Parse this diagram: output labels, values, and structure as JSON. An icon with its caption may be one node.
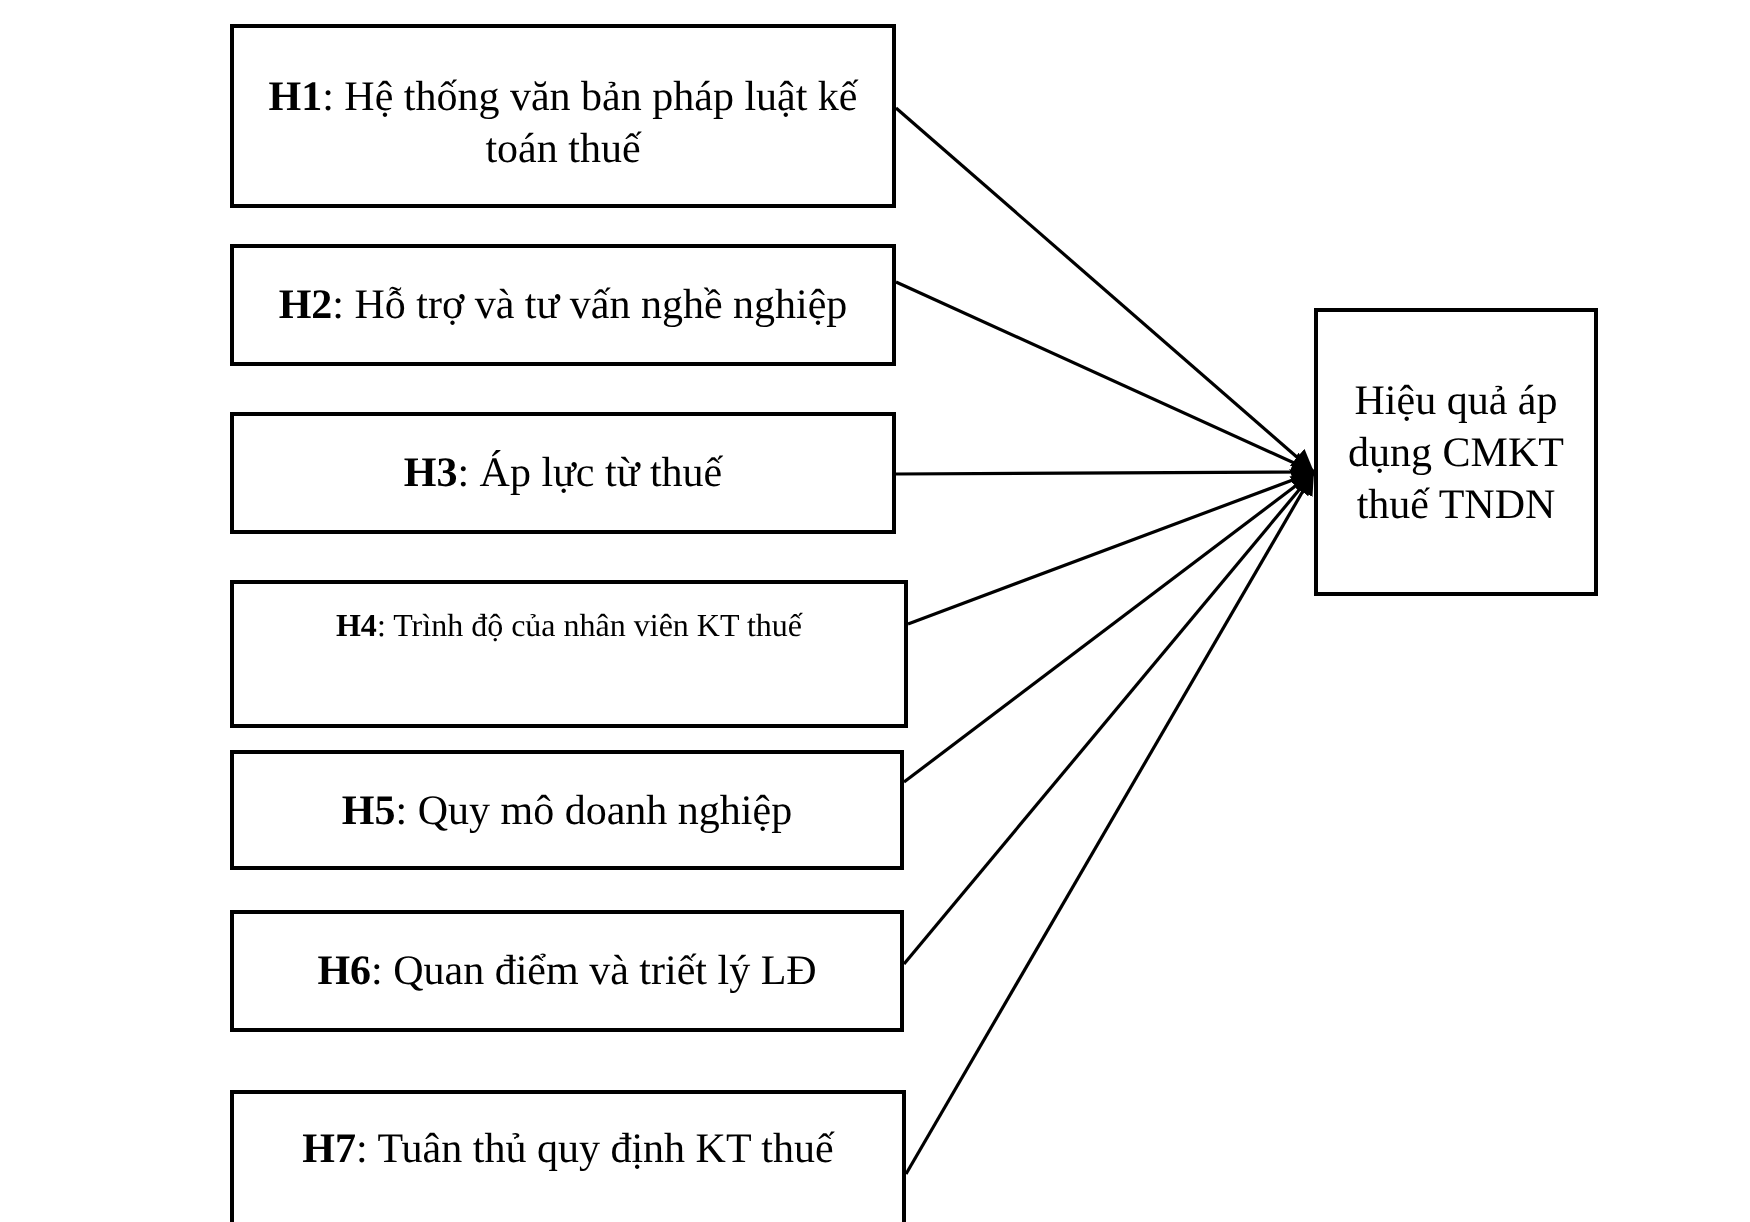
{
  "diagram": {
    "nodes": [
      {
        "text": [
          "**H1**: Hệ thống văn bản pháp luật kế toán thuế"
        ]
      },
      {
        "text": [
          "**H2**: Hỗ trợ và tư vấn nghề nghiệp"
        ]
      },
      {
        "text": [
          "**H3**: Áp lực từ thuế"
        ]
      },
      {
        "text": [
          "**H4**: Trình độ của nhân viên KT thuế"
        ]
      },
      {
        "text": [
          "**H5**: Quy mô doanh nghiệp"
        ]
      },
      {
        "text": [
          "**H6**: Quan điểm và triết lý LĐ"
        ]
      },
      {
        "text": [
          "**H7**: Tuân thủ quy định KT thuế"
        ]
      },
      {
        "text": [
          "Hiệu quả áp dụng CMKT thuế TNDN"
        ]
      }
    ],
    "edges": [
      {
        "from": 0,
        "to": 7,
        "arrow": "to"
      },
      {
        "from": 1,
        "to": 7,
        "arrow": "to"
      },
      {
        "from": 2,
        "to": 7,
        "arrow": "to"
      },
      {
        "from": 3,
        "to": 7,
        "arrow": "to"
      },
      {
        "from": 4,
        "to": 7,
        "arrow": "to"
      },
      {
        "from": 5,
        "to": 7,
        "arrow": "to"
      },
      {
        "from": 6,
        "to": 7,
        "arrow": "to"
      }
    ]
  }
}
